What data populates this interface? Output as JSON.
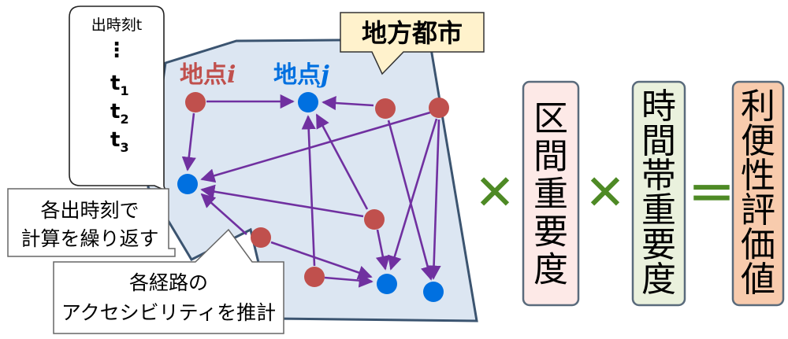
{
  "region_label": "地方都市",
  "departure_time_box": {
    "header": "出時刻t",
    "ellipsis": "⋮",
    "times": [
      {
        "base": "t",
        "sub": "1"
      },
      {
        "base": "t",
        "sub": "2"
      },
      {
        "base": "t",
        "sub": "3"
      }
    ]
  },
  "callout_repeat": {
    "line1": "各出時刻で",
    "line2": "計算を繰り返す"
  },
  "callout_route": {
    "line1": "各経路の",
    "line2": "アクセシビリティを推計"
  },
  "point_i": {
    "prefix": "地点",
    "var": "i",
    "color": "#c0504d"
  },
  "point_j": {
    "prefix": "地点",
    "var": "j",
    "color": "#0070e0"
  },
  "operators": {
    "multiply": "✕",
    "equals": "＝"
  },
  "factor_boxes": [
    {
      "text": "区間重要度",
      "fill": "#fde9e7",
      "stroke": "#5a6b7c"
    },
    {
      "text": "時間帯重要度",
      "fill": "#eaf1dd",
      "stroke": "#5a6b7c"
    },
    {
      "text": "利便性評価値",
      "fill": "#f8cbad",
      "stroke": "#5a6b7c"
    }
  ],
  "colors": {
    "region_fill": "#dce6f2",
    "region_stroke": "#3b5470",
    "origin_node": "#c0504d",
    "dest_node": "#0070e0",
    "arrow": "#7030a0",
    "operator": "#4e8a25",
    "label_fill": "#fff2cc"
  }
}
